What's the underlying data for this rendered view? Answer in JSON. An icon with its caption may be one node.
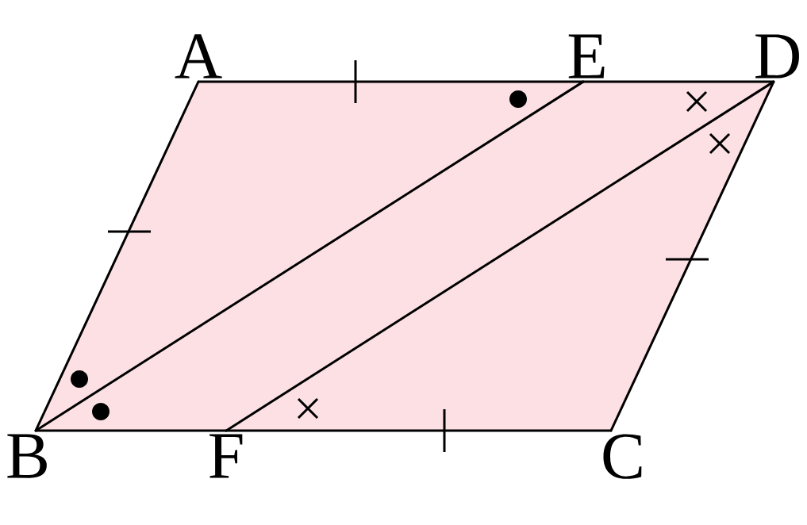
{
  "diagram": {
    "nodes": [
      {
        "text": [
          "A"
        ]
      },
      {
        "text": [
          "E"
        ]
      },
      {
        "text": [
          "D"
        ]
      },
      {
        "text": [
          "B"
        ]
      },
      {
        "text": [
          "F"
        ]
      },
      {
        "text": [
          "C"
        ]
      }
    ],
    "edges": [
      {
        "from": 0,
        "to": 1,
        "arrow": "none"
      },
      {
        "from": 1,
        "to": 2,
        "arrow": "none"
      },
      {
        "from": 2,
        "to": 5,
        "arrow": "none"
      },
      {
        "from": 5,
        "to": 4,
        "arrow": "none"
      },
      {
        "from": 4,
        "to": 3,
        "arrow": "none"
      },
      {
        "from": 3,
        "to": 0,
        "arrow": "none"
      },
      {
        "from": 3,
        "to": 1,
        "arrow": "none"
      },
      {
        "from": 4,
        "to": 2,
        "arrow": "none"
      }
    ]
  }
}
